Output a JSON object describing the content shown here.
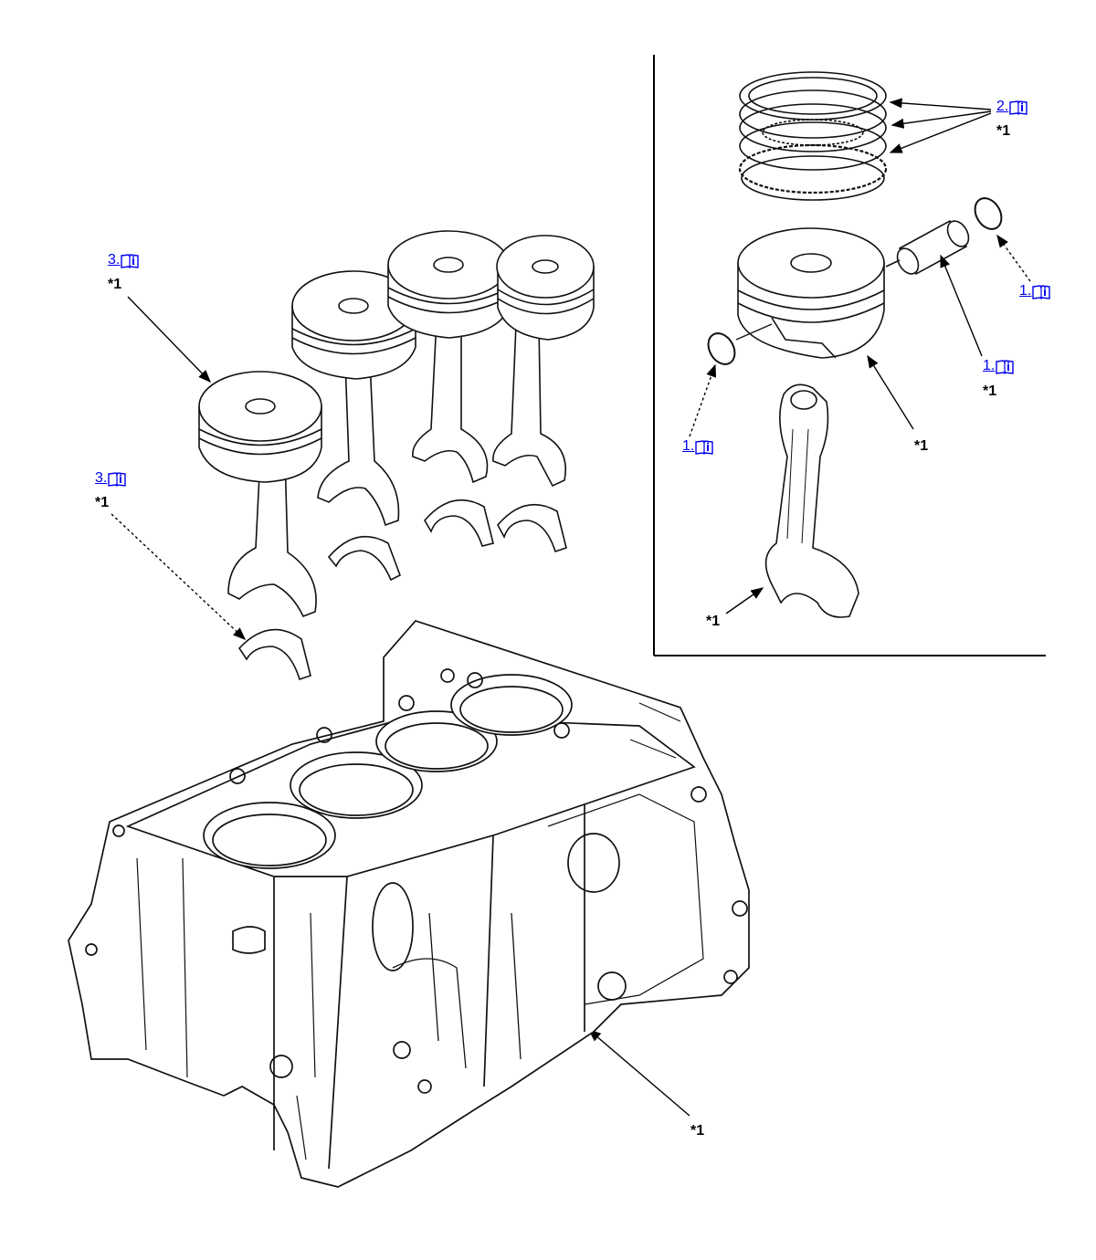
{
  "colors": {
    "link": "#0000ee",
    "line": "#000000",
    "part_fill": "#ffffff",
    "part_stroke": "#111111"
  },
  "icons": {
    "info_icon": "book-info-icon"
  },
  "callouts": {
    "inset_rings": {
      "link": "2.",
      "note": "*1"
    },
    "inset_clip_right": {
      "link": "1."
    },
    "inset_pin": {
      "link": "1.",
      "note": "*1"
    },
    "inset_clip_left": {
      "link": "1."
    },
    "inset_piston_note": {
      "note": "*1"
    },
    "inset_rod_note": {
      "note": "*1"
    },
    "pistons": {
      "link": "3.",
      "note": "*1"
    },
    "bearings": {
      "link": "3.",
      "note": "*1"
    },
    "block_note": {
      "note": "*1"
    }
  }
}
